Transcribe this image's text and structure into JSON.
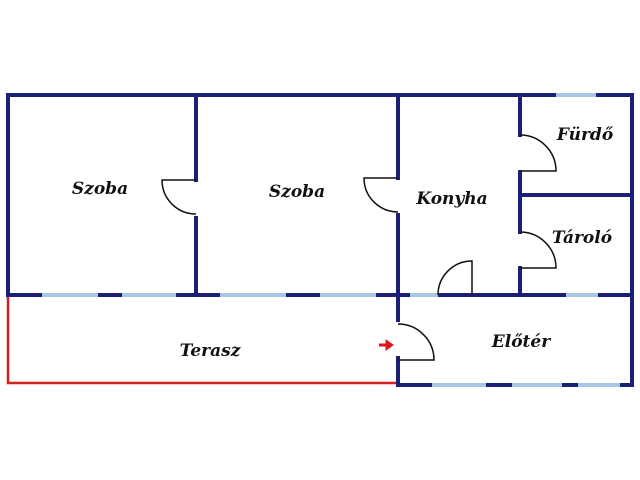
{
  "plan": {
    "rooms": [
      {
        "id": "szoba-1",
        "label": "Szoba"
      },
      {
        "id": "szoba-2",
        "label": "Szoba"
      },
      {
        "id": "konyha",
        "label": "Konyha"
      },
      {
        "id": "furdo",
        "label": "Fürdő"
      },
      {
        "id": "tarolo",
        "label": "Tároló"
      },
      {
        "id": "terasz",
        "label": "Terasz"
      },
      {
        "id": "eloter",
        "label": "Előtér"
      }
    ],
    "colors": {
      "wall": "#1c1f78",
      "window": "#a9c6e4",
      "terrace_edge": "#d42020",
      "arrow": "#e01515",
      "door_line": "#111111",
      "background": "#ffffff"
    },
    "entrance_marker": "entrance-arrow-icon"
  }
}
